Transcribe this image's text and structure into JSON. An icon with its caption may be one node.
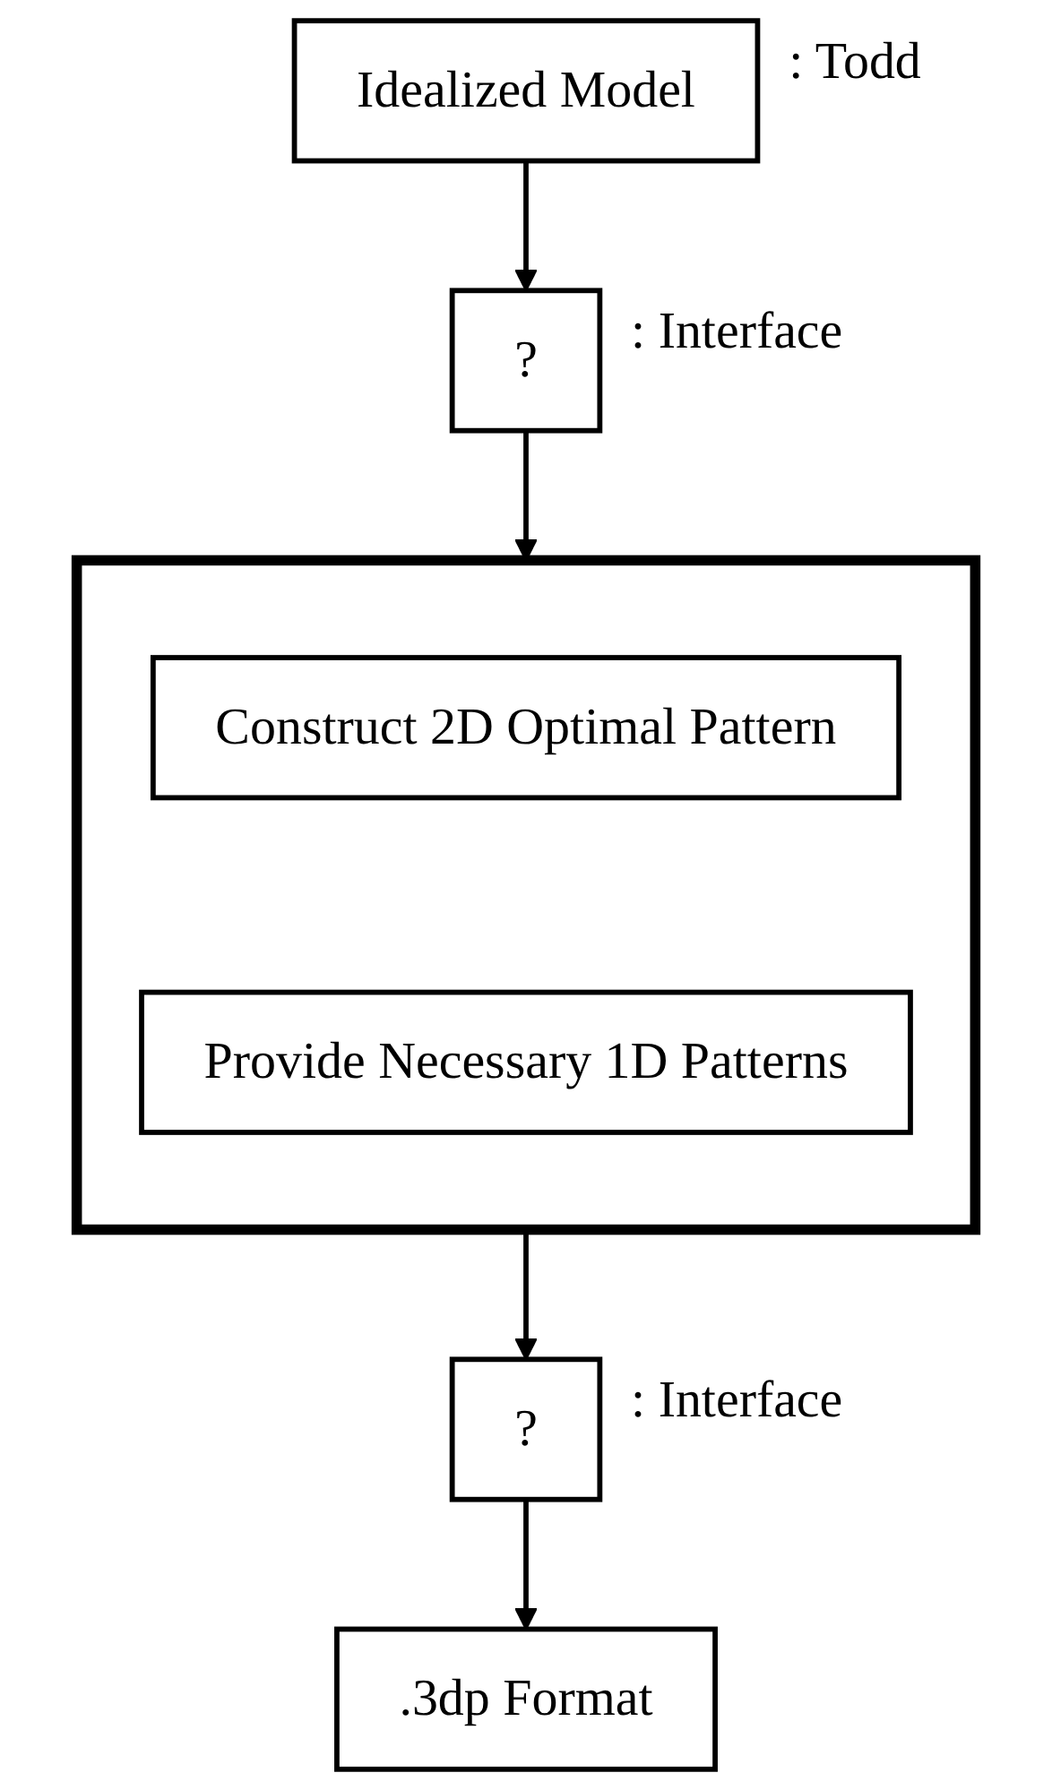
{
  "diagram": {
    "nodes": [
      {
        "text": [
          "Idealized Model"
        ],
        "beside": [
          ": Todd"
        ]
      },
      {
        "text": [
          "?"
        ],
        "beside": [
          ": Interface"
        ]
      },
      {
        "text": [],
        "shape": "box"
      },
      {
        "text": [
          "Construct 2D Optimal Pattern"
        ],
        "in": 2
      },
      {
        "text": [
          "Provide Necessary 1D Patterns"
        ],
        "in": 2
      },
      {
        "text": [
          "?"
        ],
        "beside": [
          ": Interface"
        ]
      },
      {
        "text": [
          ".3dp Format"
        ]
      }
    ],
    "edges": [
      {
        "from": 0,
        "to": 1,
        "arrow": "to"
      },
      {
        "from": 1,
        "to": 2,
        "arrow": "to"
      },
      {
        "from": 2,
        "to": 5,
        "arrow": "to"
      },
      {
        "from": 5,
        "to": 6,
        "arrow": "to"
      }
    ]
  }
}
